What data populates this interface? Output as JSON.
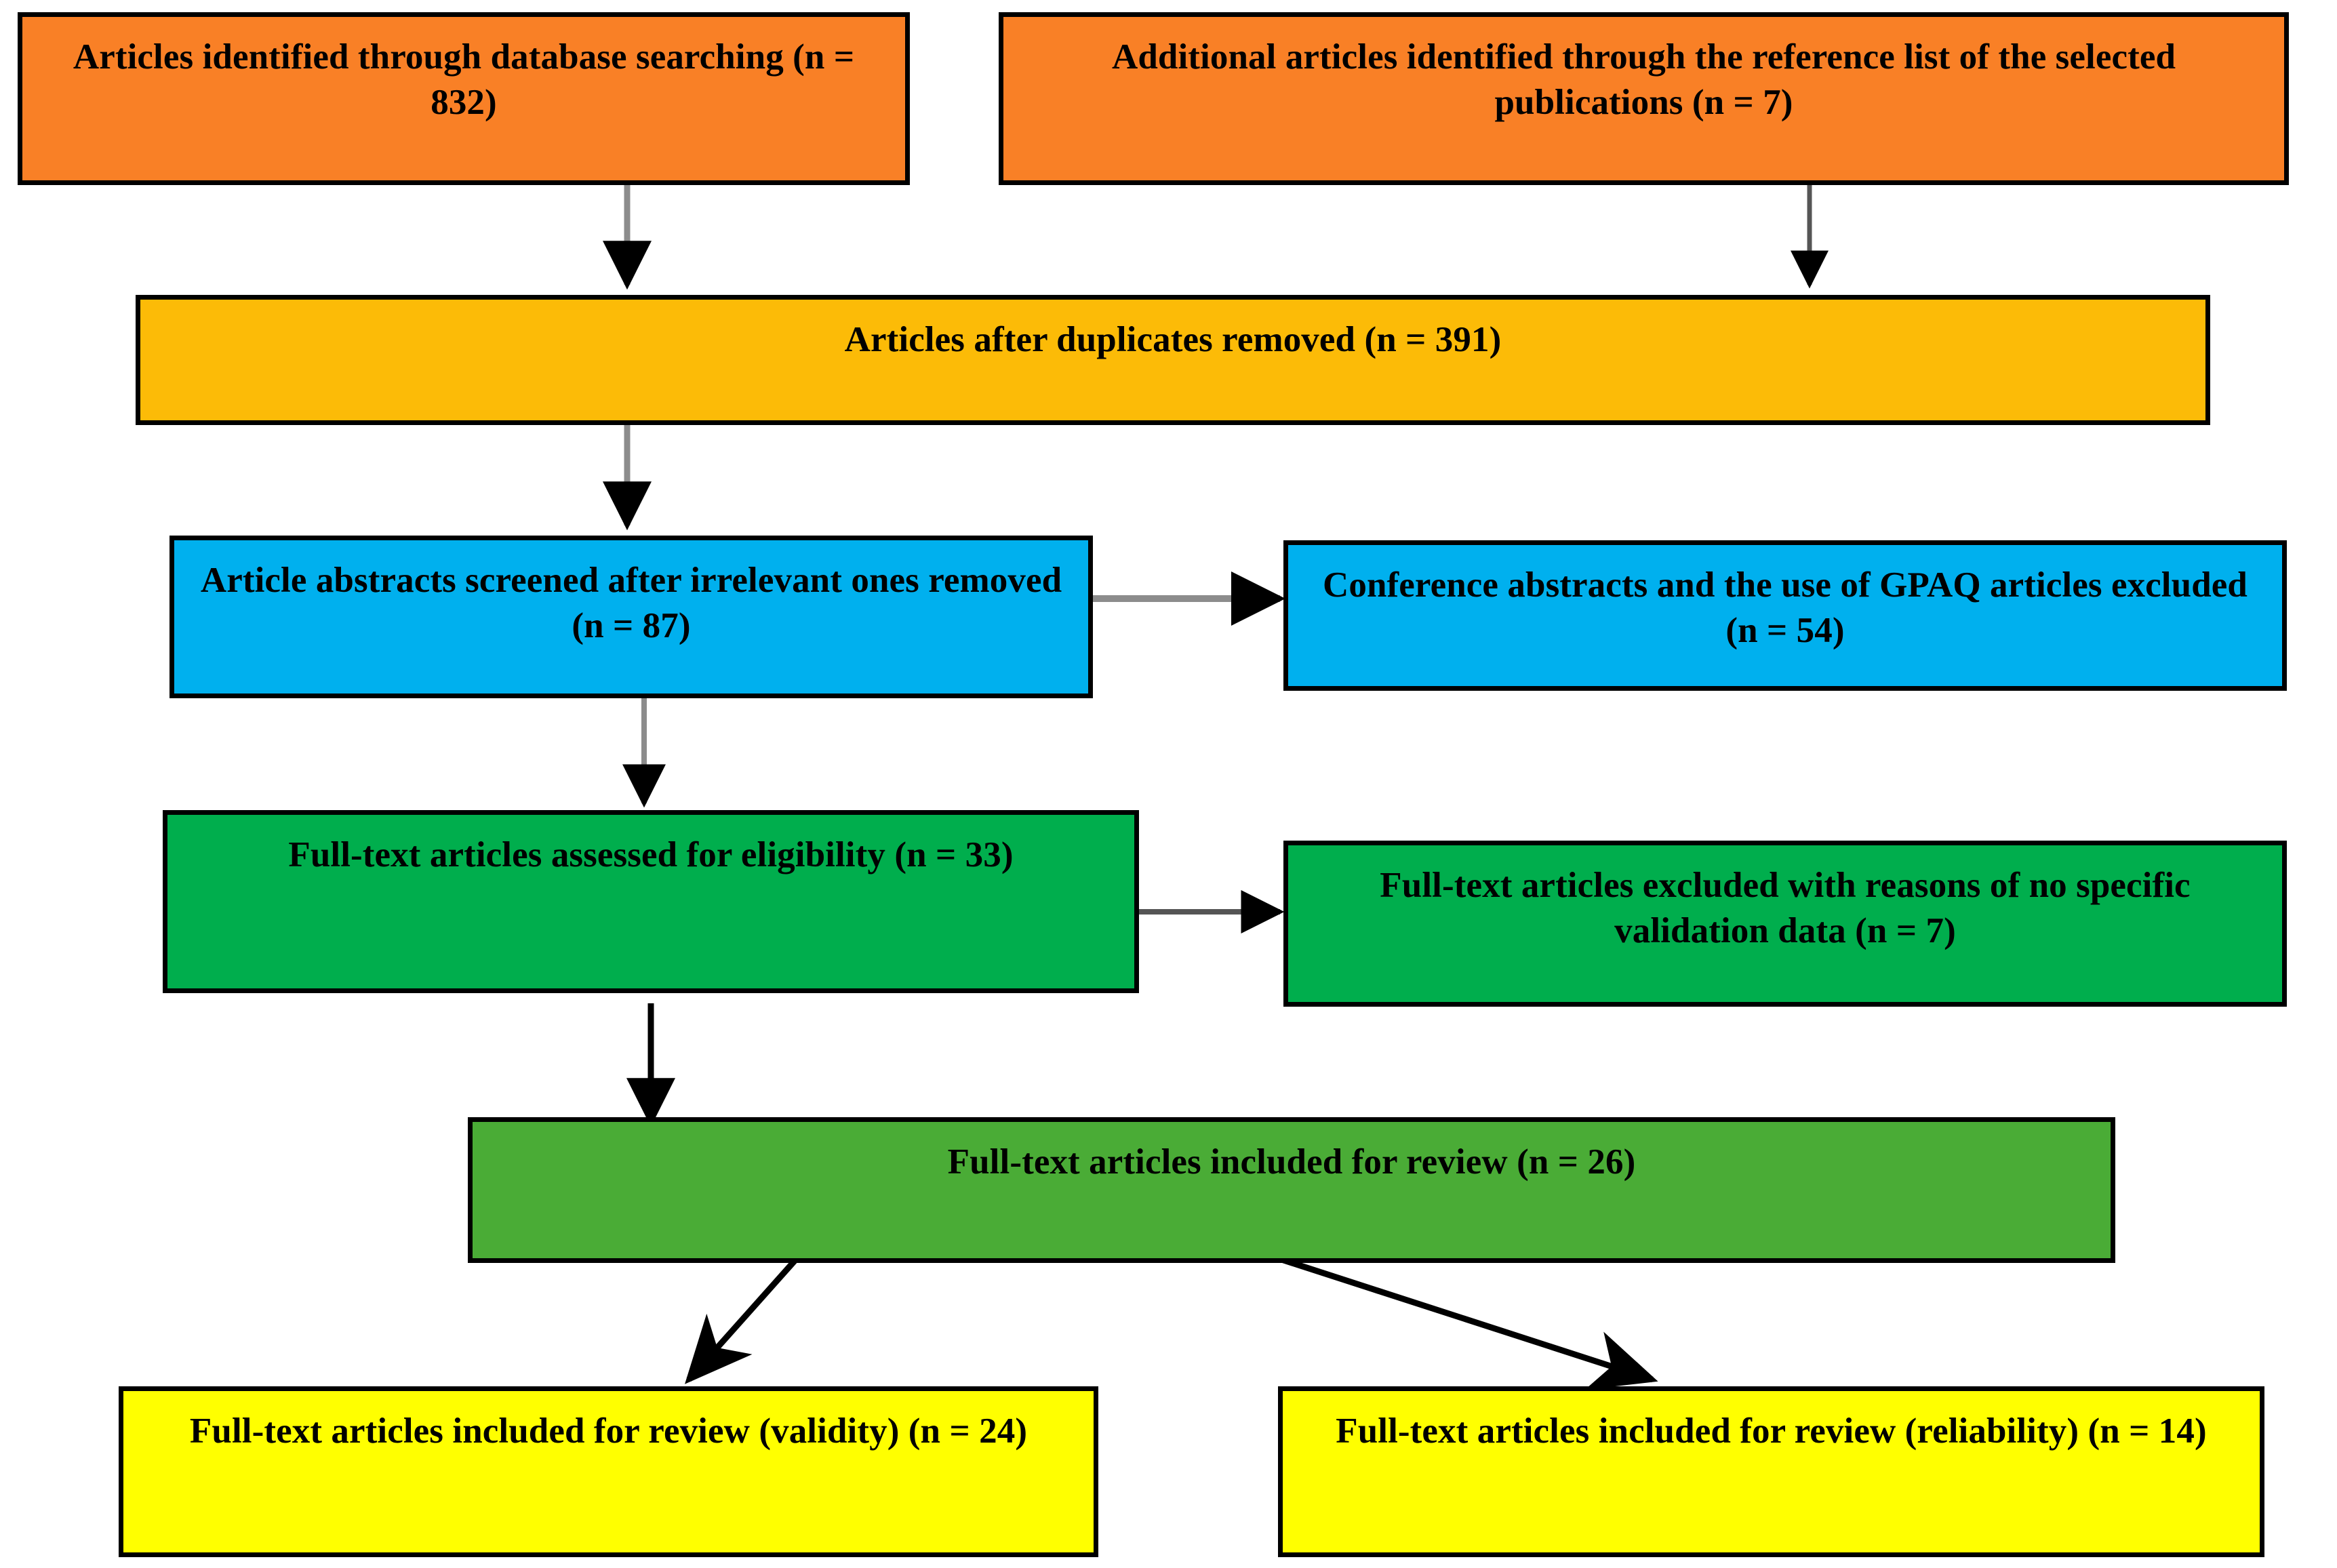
{
  "diagram": {
    "title": "PRISMA study selection flow diagram",
    "type": "flowchart",
    "background": "#ffffff",
    "colors": {
      "identification": "#f98026",
      "duplicates": "#fcbb07",
      "screening": "#00b0ee",
      "eligibility": "#00ae4d",
      "included": "#4aac36",
      "outcome": "#ffff00",
      "border": "#000000",
      "connector_gray": "#8c8c8c",
      "connector_black": "#000000"
    },
    "nodes": [
      {
        "id": "identified-database",
        "label": "Articles identified through database searching (n = 832)",
        "count": 832,
        "stage": "identification",
        "color": "#f98026"
      },
      {
        "id": "identified-reference-list",
        "label": "Additional articles identified through the reference list of the selected publications (n =  7)",
        "count": 7,
        "stage": "identification",
        "color": "#f98026"
      },
      {
        "id": "after-duplicates",
        "label": "Articles after duplicates removed (n = 391)",
        "count": 391,
        "stage": "duplicates-removed",
        "color": "#fcbb07"
      },
      {
        "id": "abstracts-screened",
        "label": "Article abstracts screened after irrelevant ones removed (n = 87)",
        "count": 87,
        "stage": "screening",
        "color": "#00b0ee"
      },
      {
        "id": "abstracts-excluded",
        "label": "Conference abstracts and the use of GPAQ articles excluded (n = 54)",
        "count": 54,
        "stage": "screening-excluded",
        "color": "#00b0ee"
      },
      {
        "id": "fulltext-assessed",
        "label": "Full-text articles assessed for eligibility (n = 33)",
        "count": 33,
        "stage": "eligibility",
        "color": "#00ae4d"
      },
      {
        "id": "fulltext-excluded",
        "label": "Full-text articles excluded with reasons of no specific validation data (n = 7)",
        "count": 7,
        "stage": "eligibility-excluded",
        "color": "#00ae4d"
      },
      {
        "id": "fulltext-included",
        "label": "Full-text articles included for review (n = 26)",
        "count": 26,
        "stage": "included",
        "color": "#4aac36"
      },
      {
        "id": "included-validity",
        "label": "Full-text articles included for review (validity) (n = 24)",
        "count": 24,
        "stage": "included-validity",
        "color": "#ffff00"
      },
      {
        "id": "included-reliability",
        "label": "Full-text articles included for review (reliability) (n = 14)",
        "count": 14,
        "stage": "included-reliability",
        "color": "#ffff00"
      }
    ],
    "edges": [
      {
        "from": "identified-database",
        "to": "after-duplicates",
        "style": "vertical-arrow",
        "color": "#8c8c8c"
      },
      {
        "from": "identified-reference-list",
        "to": "after-duplicates",
        "style": "vertical-arrow",
        "color": "#555555"
      },
      {
        "from": "after-duplicates",
        "to": "abstracts-screened",
        "style": "vertical-arrow",
        "color": "#8c8c8c"
      },
      {
        "from": "abstracts-screened",
        "to": "abstracts-excluded",
        "style": "horizontal-arrow",
        "color": "#8c8c8c"
      },
      {
        "from": "abstracts-screened",
        "to": "fulltext-assessed",
        "style": "vertical-arrow",
        "color": "#8c8c8c"
      },
      {
        "from": "fulltext-assessed",
        "to": "fulltext-excluded",
        "style": "horizontal-arrow",
        "color": "#555555"
      },
      {
        "from": "fulltext-assessed",
        "to": "fulltext-included",
        "style": "vertical-arrow",
        "color": "#000000"
      },
      {
        "from": "fulltext-included",
        "to": "included-validity",
        "style": "diagonal-arrow",
        "color": "#000000"
      },
      {
        "from": "fulltext-included",
        "to": "included-reliability",
        "style": "diagonal-arrow",
        "color": "#000000"
      }
    ]
  }
}
